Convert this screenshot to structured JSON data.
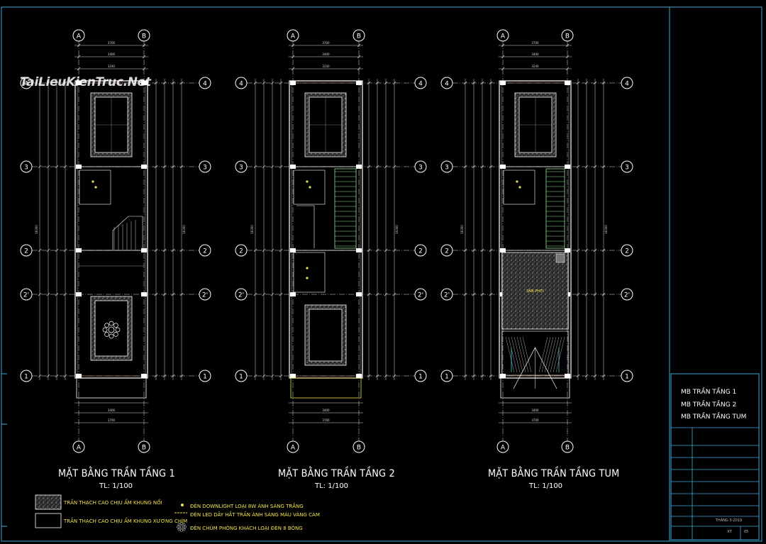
{
  "watermark": "TaiLieuKienTruc.Net",
  "plans": [
    {
      "title": "MẶT BẰNG TRẦN TẦNG 1",
      "scale": "TL: 1/100",
      "center_text": ""
    },
    {
      "title": "MẶT BẰNG TRẦN TẦNG 2",
      "scale": "TL: 1/100",
      "center_text": ""
    },
    {
      "title": "MẶT BẰNG TRẦN TẦNG TUM",
      "scale": "TL: 1/100",
      "center_text": "SÂN PHƠI"
    }
  ],
  "axes": {
    "cols": [
      "A",
      "B"
    ],
    "rows": [
      "4",
      "3",
      "2",
      "2'",
      "1"
    ]
  },
  "dims": {
    "top_total": "3700",
    "top_inner": "3400",
    "top_sub": "3240",
    "right_total": "16300"
  },
  "legend": {
    "fill_a": "TRẦN THẠCH CAO CHỊU ẨM KHUNG NỔI",
    "fill_b": "TRẦN THẠCH CAO CHỊU ẨM KHUNG XƯƠNG CHÌM",
    "light_a": "ĐÈN DOWNLIGHT LOẠI 8W ÁNH SÁNG TRẮNG",
    "light_b": "ĐÈN LED DÂY HẮT TRẦN ÁNH SÁNG MÀU VÀNG CAM",
    "light_c": "ĐÈN CHÙM PHÒNG KHÁCH LOẠI ĐÈN 8 BÓNG"
  },
  "titleblock": {
    "line1": "MB TRẦN TẦNG 1",
    "line2": "MB TRẦN TẦNG 2",
    "line3": "MB TRẦN TẦNG TUM",
    "date": "THÁNG 3-2019",
    "code": "KT",
    "sheet": "05"
  },
  "colors": {
    "frame": "#3fa9d8",
    "wall": "#ffffff",
    "grid": "#e0e0e0",
    "dim": "#d8d8d8",
    "stair": "#8fe08f",
    "legend": "#f2e34d"
  }
}
